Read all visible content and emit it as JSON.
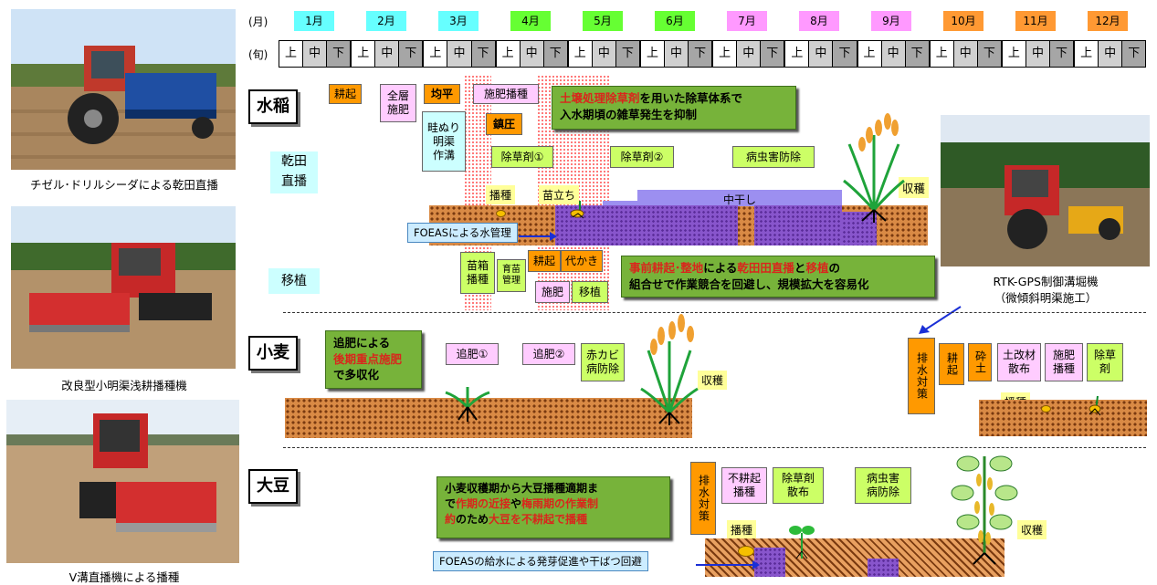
{
  "header": {
    "month_label": "(月)",
    "jun_label": "(旬)",
    "months": [
      "1月",
      "2月",
      "3月",
      "4月",
      "5月",
      "6月",
      "7月",
      "8月",
      "9月",
      "10月",
      "11月",
      "12月"
    ],
    "jun": [
      "上",
      "中",
      "下"
    ]
  },
  "photos": {
    "p1_caption": "チゼル･ドリルシーダによる乾田直播",
    "p2_caption": "改良型小明渠浅耕播種機",
    "p3_caption": "V溝直播機による播種",
    "p4_caption": "RTK-GPS制御溝堀機",
    "p4_caption2": "（微傾斜明渠施工）"
  },
  "rice": {
    "title": "水稲",
    "sub1": "乾田\n直播",
    "sub2": "移植",
    "t_kouki": "耕起",
    "t_zensou": "全層\n施肥",
    "t_kinpei": "均平",
    "t_sehi_hashu": "施肥播種",
    "t_azenuri": "畦ぬり\n明渠\n作溝",
    "t_chinatsu": "鎮圧",
    "t_josou1": "除草剤①",
    "t_josou2": "除草剤②",
    "t_byochu": "病虫害防除",
    "t_hashu": "播種",
    "t_naetachi": "苗立ち",
    "t_nakaboshi": "中干し",
    "t_shukaku": "収穫",
    "foeas": "FOEASによる水管理",
    "t_naebako": "苗箱\n播種",
    "t_ikubyo": "育苗\n管理",
    "t_kouki2": "耕起",
    "t_shirokaki": "代かき",
    "t_sehi": "施肥",
    "t_ishoku": "移植",
    "callout1_a": "土壌処理除草剤",
    "callout1_b": "を用いた除草体系で",
    "callout1_c": "入水期頃の雑草発生を抑制",
    "callout2_a": "事前耕起･整地",
    "callout2_b": "による",
    "callout2_c": "乾田田直播",
    "callout2_d": "と",
    "callout2_e": "移植",
    "callout2_f": "の",
    "callout2_g": "組合せで作業競合を回避し、規模拡大を容易化"
  },
  "wheat": {
    "title": "小麦",
    "callout_a": "追肥による",
    "callout_b": "後期重点施肥",
    "callout_c": "で多収化",
    "t_tsuihi1": "追肥①",
    "t_tsuihi2": "追肥②",
    "t_akakabi": "赤カビ\n病防除",
    "t_shukaku": "収穫",
    "t_haisui": "排水対策",
    "t_kouki": "耕起",
    "t_saido": "砕土",
    "t_dokaizai": "土改材\n散布",
    "t_sehi_hashu": "施肥\n播種",
    "t_josouzai": "除草\n剤",
    "t_hashu": "播種"
  },
  "soy": {
    "title": "大豆",
    "callout_a": "小麦収穫期から大豆播種適期ま",
    "callout_b": "で",
    "callout_c": "作期の近接",
    "callout_d": "や",
    "callout_e": "梅雨期の作業制",
    "callout_f": "約",
    "callout_g": "のため",
    "callout_h": "大豆を不耕起で播種",
    "t_haisui": "排水対策",
    "t_fukouki": "不耕起\n播種",
    "t_josouzai": "除草剤\n散布",
    "t_byochu": "病虫害\n病防除",
    "t_hashu": "播種",
    "t_shukaku": "収穫",
    "foeas": "FOEASの給水による発芽促進や干ばつ回避"
  },
  "colors": {
    "cyan": "#66ffff",
    "green": "#66ff33",
    "pink": "#ff99ff",
    "orange": "#ff9933",
    "soil": "#d98a45",
    "purple": "#8855cc",
    "callout": "#77b33a"
  }
}
